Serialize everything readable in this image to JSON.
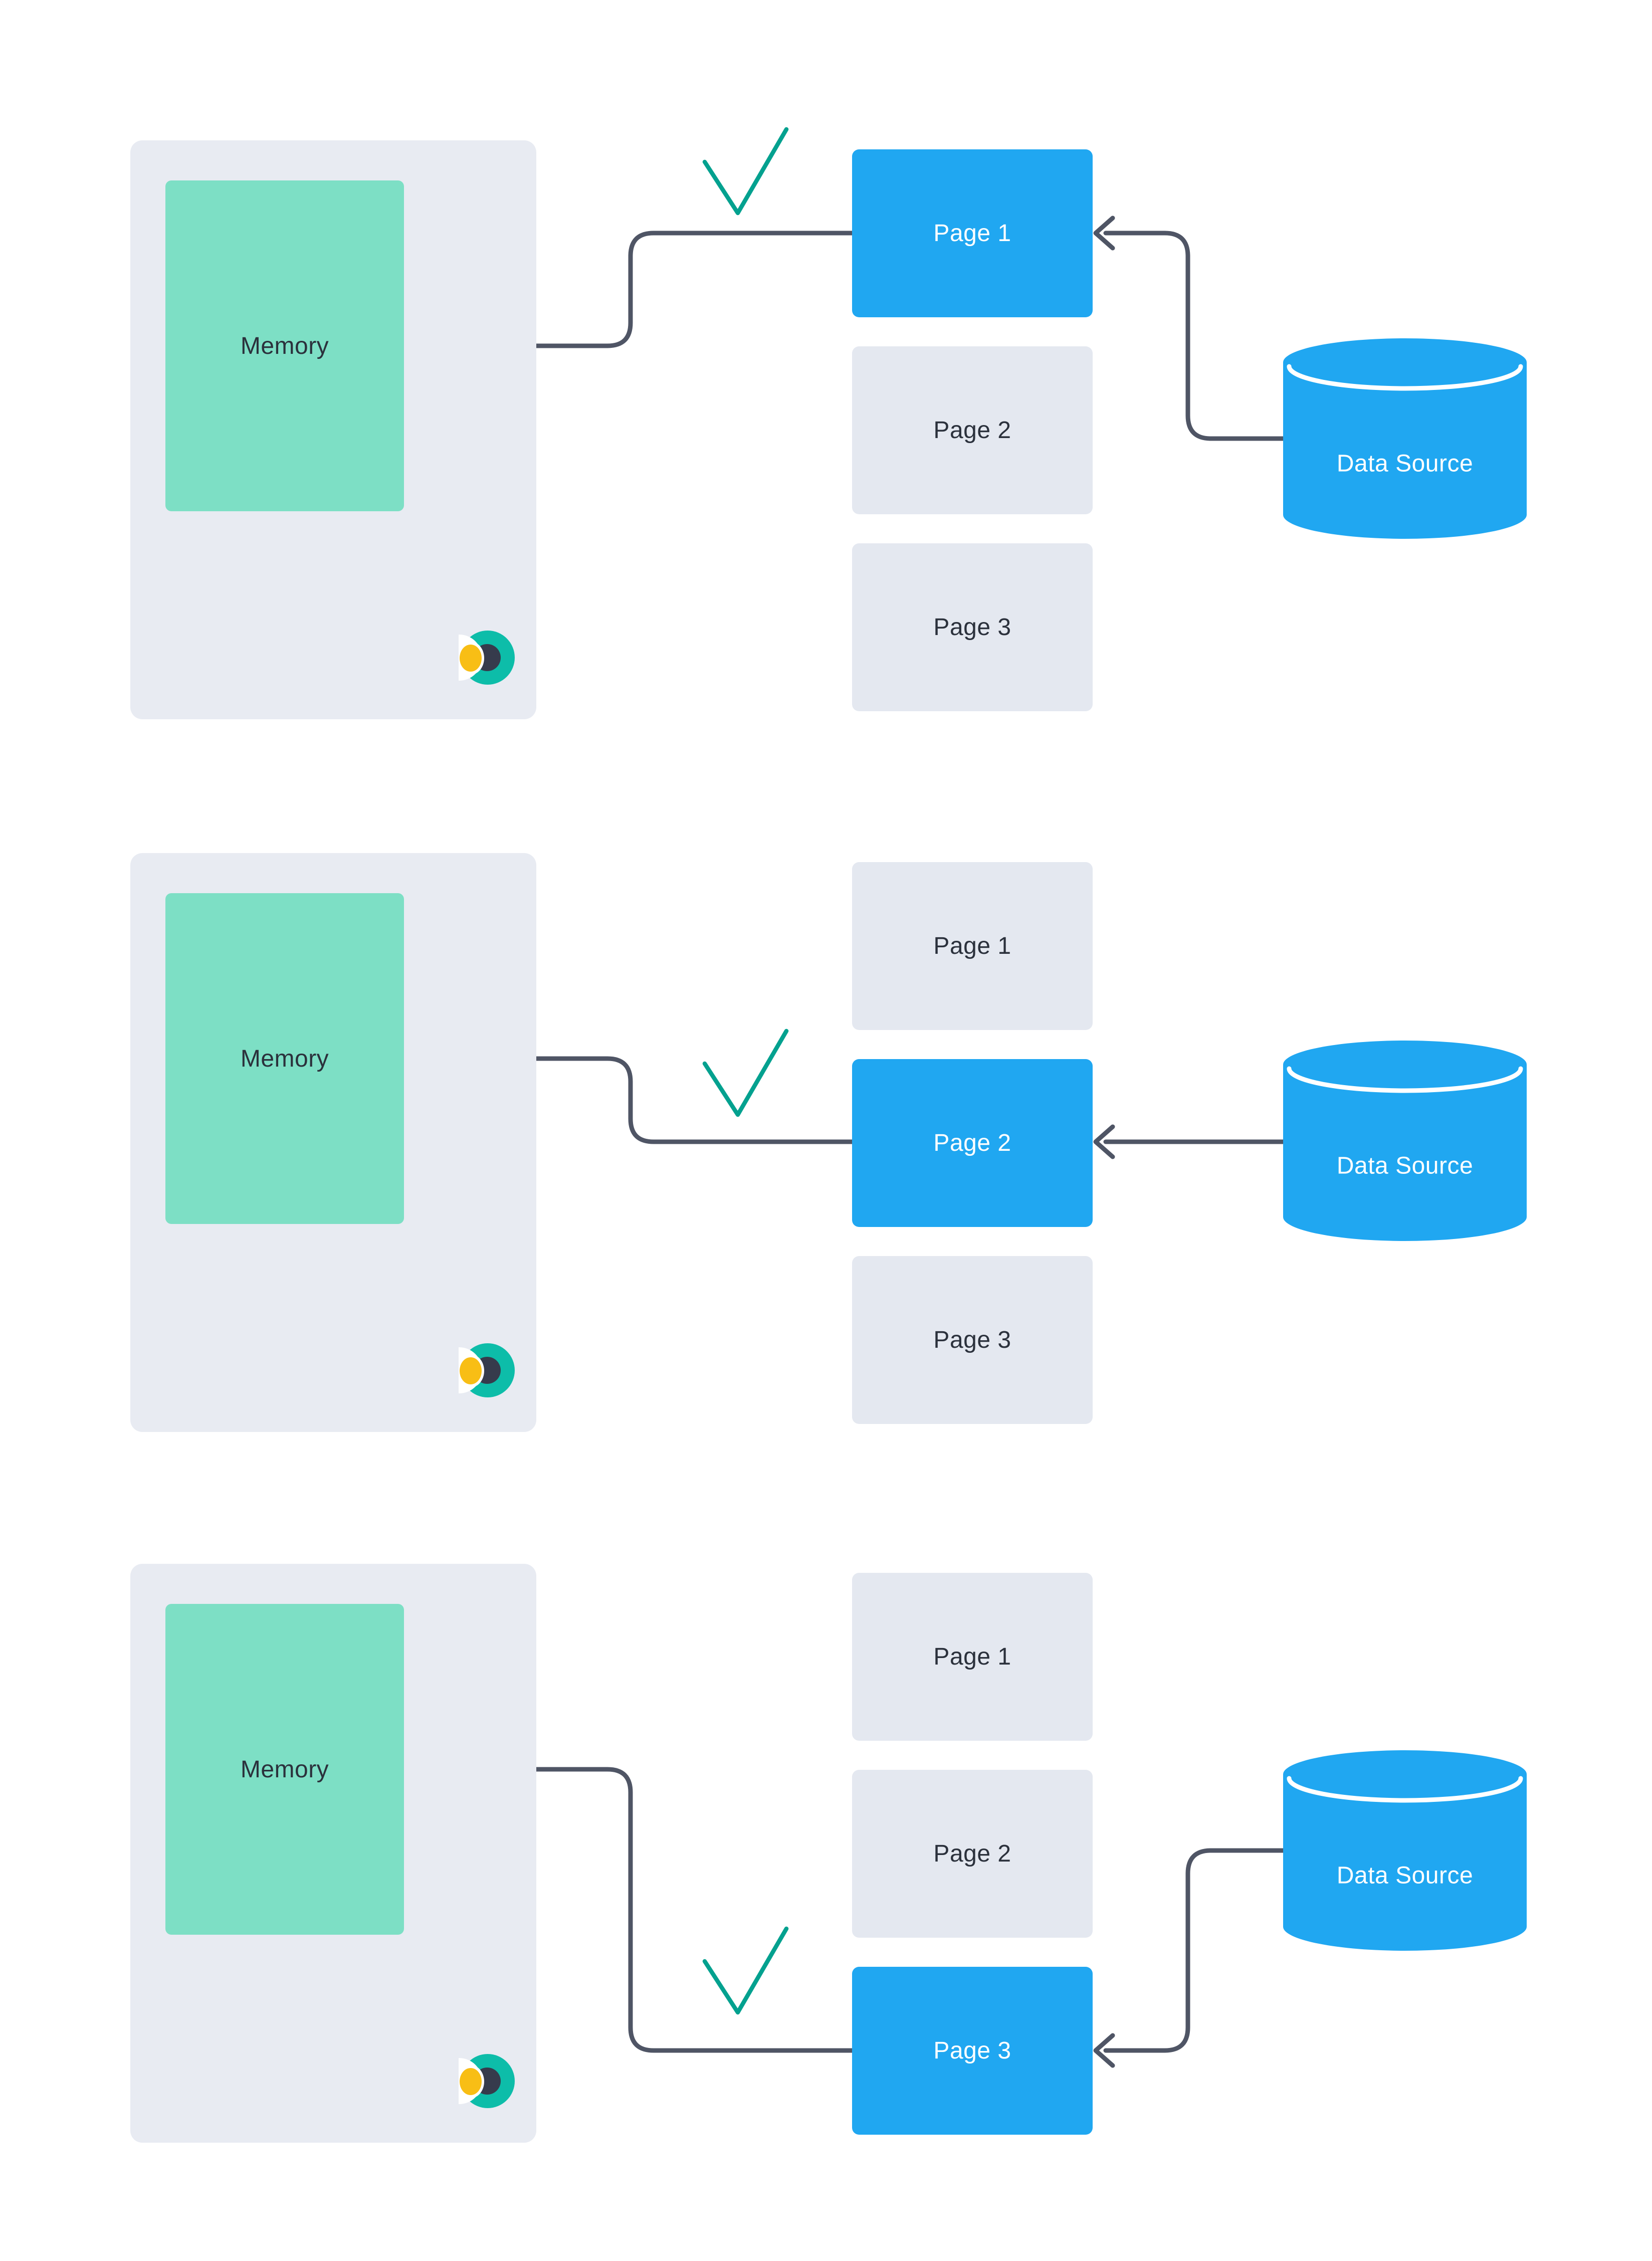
{
  "palette": {
    "bg": "#ffffff",
    "surface": "#e8ebf2",
    "pagefill": "#e4e8f0",
    "accent": "#20a7f1",
    "memoryfill": "#7ddfc5",
    "line": "#4f5565",
    "check": "#03a18f",
    "ink": "#2b313c",
    "light": "#ffffff",
    "logoteal": "#0dbda9",
    "logodark": "#363b4c",
    "logoyellow": "#f8be15"
  },
  "sections": [
    {
      "memory": {
        "label": "Memory"
      },
      "pages": [
        {
          "label": "Page 1",
          "active": true
        },
        {
          "label": "Page 2",
          "active": false
        },
        {
          "label": "Page 3",
          "active": false
        }
      ],
      "data_source": {
        "label": "Data Source"
      },
      "check_icon": "checkmark",
      "arrows": [
        "data-source-to-page-1",
        "page-1-to-memory"
      ]
    },
    {
      "memory": {
        "label": "Memory"
      },
      "pages": [
        {
          "label": "Page 1",
          "active": false
        },
        {
          "label": "Page 2",
          "active": true
        },
        {
          "label": "Page 3",
          "active": false
        }
      ],
      "data_source": {
        "label": "Data Source"
      },
      "check_icon": "checkmark",
      "arrows": [
        "data-source-to-page-2",
        "page-2-to-memory"
      ]
    },
    {
      "memory": {
        "label": "Memory"
      },
      "pages": [
        {
          "label": "Page 1",
          "active": false
        },
        {
          "label": "Page 2",
          "active": false
        },
        {
          "label": "Page 3",
          "active": true
        }
      ],
      "data_source": {
        "label": "Data Source"
      },
      "check_icon": "checkmark",
      "arrows": [
        "data-source-to-page-3",
        "page-3-to-memory"
      ]
    }
  ]
}
